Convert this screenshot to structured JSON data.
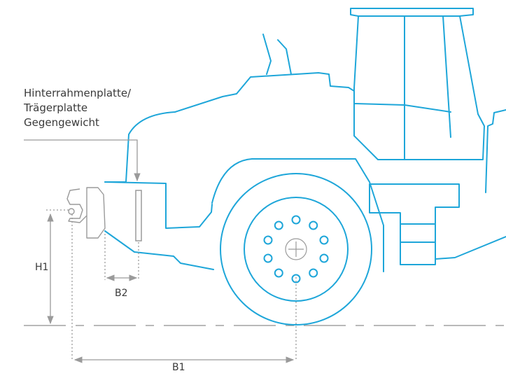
{
  "callout": {
    "line1": "Hinterrahmenplatte/",
    "line2": "Trägerplatte",
    "line3": "Gegengewicht"
  },
  "dimensions": {
    "h1": "H1",
    "b2": "B2",
    "b1": "B1"
  },
  "colors": {
    "tractor_outline": "#1ea6d9",
    "plate_outline": "#9a9a9a",
    "dimension": "#9a9a9a",
    "text": "#3a3a3a"
  }
}
